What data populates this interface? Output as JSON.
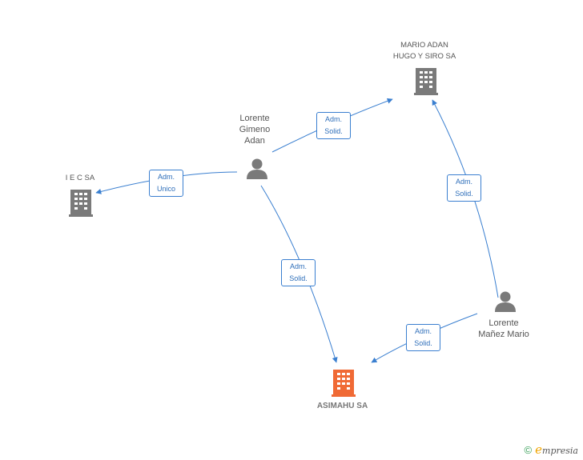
{
  "nodes": {
    "lorente_gimeno": {
      "label": "Lorente\nGimeno\nAdan",
      "type": "person"
    },
    "mario_adan": {
      "label": "MARIO ADAN\nHUGO Y SIRO SA",
      "type": "company"
    },
    "iecsa": {
      "label": "I E C SA",
      "type": "company"
    },
    "lorente_manez": {
      "label": "Lorente\nMañez Mario",
      "type": "person"
    },
    "asimahu": {
      "label": "ASIMAHU SA",
      "type": "company-focus"
    }
  },
  "edges": [
    {
      "id": "e1",
      "label": "Adm.\nSolid."
    },
    {
      "id": "e2",
      "label": "Adm.\nUnico"
    },
    {
      "id": "e3",
      "label": "Adm.\nSolid."
    },
    {
      "id": "e4",
      "label": "Adm.\nSolid."
    },
    {
      "id": "e5",
      "label": "Adm.\nSolid."
    }
  ],
  "colors": {
    "edge": "#3a7fd0",
    "icon": "#7a7a7a",
    "focus": "#f06a35"
  },
  "footer": {
    "copyright": "©",
    "brand_initial": "e",
    "brand_rest": "mpresia"
  }
}
